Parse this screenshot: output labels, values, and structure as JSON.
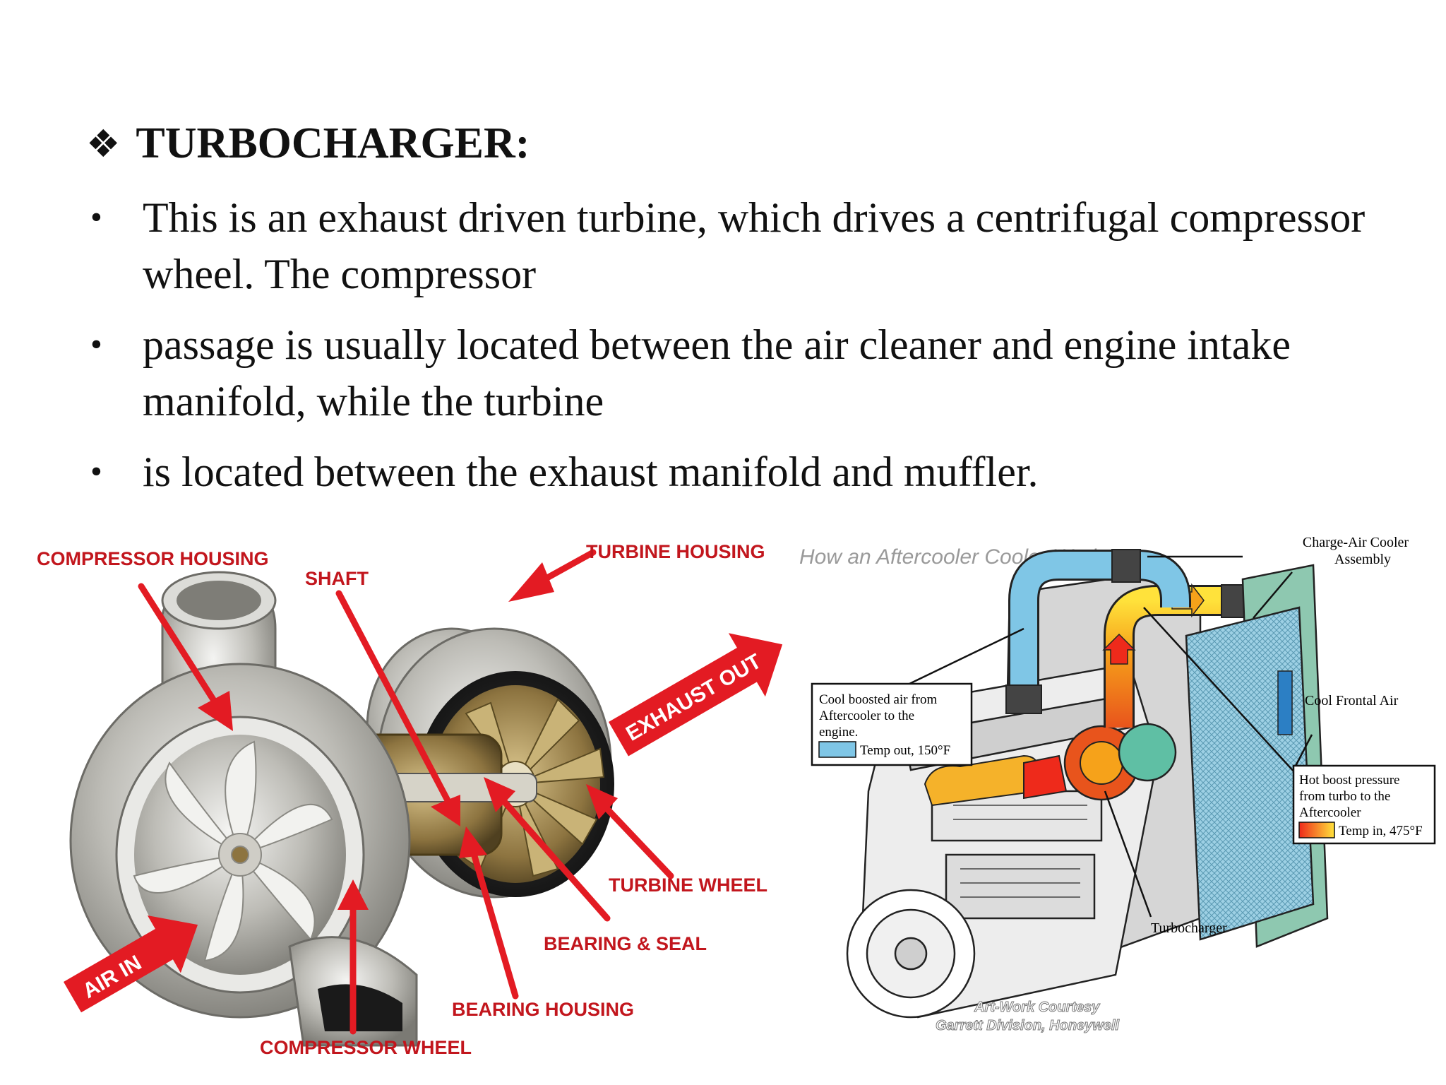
{
  "slide": {
    "title": "TURBOCHARGER:",
    "bullets": [
      "This is an exhaust driven turbine, which drives a centrifugal compressor wheel. The compressor",
      "passage is usually located between the air cleaner and engine intake manifold, while the turbine",
      "is located between the exhaust manifold and muffler."
    ]
  },
  "turbo_figure": {
    "labels": {
      "compressor_housing": "COMPRESSOR HOUSING",
      "shaft": "SHAFT",
      "turbine_housing": "TURBINE HOUSING",
      "exhaust_out": "EXHAUST OUT",
      "air_in": "AIR IN",
      "turbine_wheel": "TURBINE WHEEL",
      "bearing_seal": "BEARING & SEAL",
      "bearing_housing": "BEARING HOUSING",
      "compressor_wheel": "COMPRESSOR WHEEL"
    }
  },
  "aftercooler_figure": {
    "title": "How an Aftercooler Cooler Works",
    "charge_air_cooler": [
      "Charge-Air Cooler",
      "Assembly"
    ],
    "cool_frontal_air": "Cool Frontal Air",
    "cool_boosted": [
      "Cool boosted air from",
      "Aftercooler to the",
      "engine."
    ],
    "temp_out": "Temp out, 150°F",
    "hot_boost": [
      "Hot boost pressure",
      "from turbo to the",
      "Aftercooler"
    ],
    "temp_in": "Temp in, 475°F",
    "turbocharger": "Turbocharger",
    "credit": [
      "Art-Work Courtesy",
      "Garrett Division, Honeywell"
    ]
  },
  "colors": {
    "arrow": "#e31b23",
    "cool": "#7fc6e6",
    "hot": "#f6a21a"
  }
}
